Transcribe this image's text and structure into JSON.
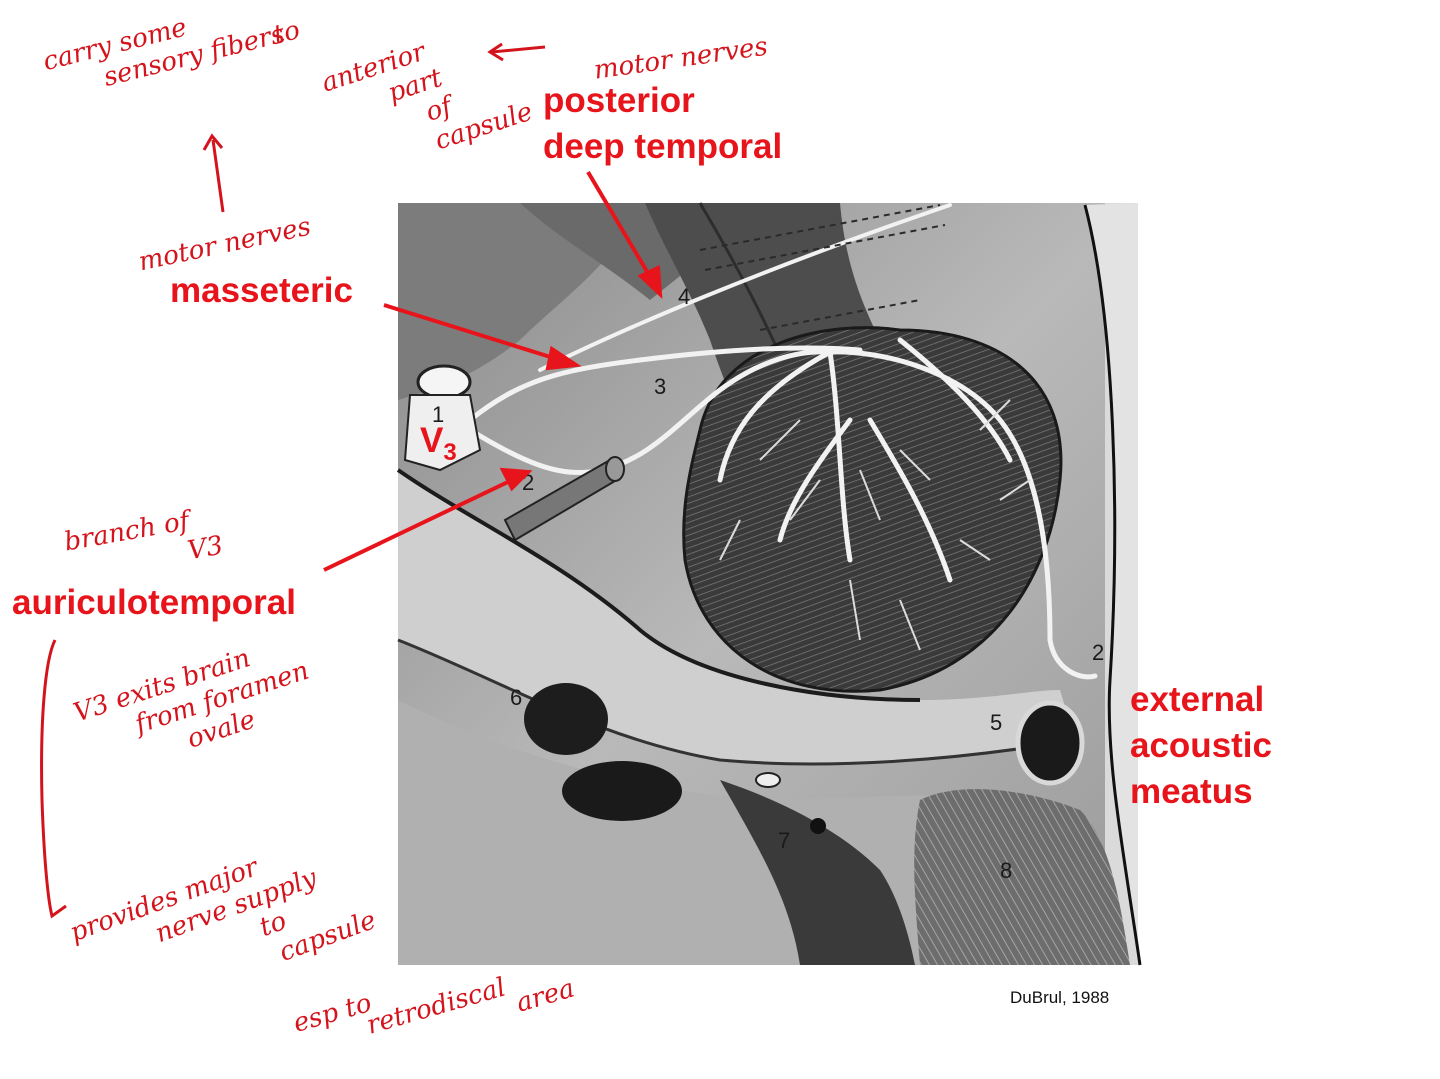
{
  "labels": {
    "posterior_deep_temporal": [
      "posterior",
      "deep temporal"
    ],
    "masseteric": "masseteric",
    "v3": {
      "letter": "V",
      "subscript": "3"
    },
    "auriculotemporal": "auriculotemporal",
    "external_acoustic_meatus": [
      "external",
      "acoustic",
      "meatus"
    ]
  },
  "handwritten": {
    "top_left": [
      "carry some",
      "sensory fibers",
      "to"
    ],
    "anterior_capsule": [
      "anterior",
      "part",
      "of",
      "capsule"
    ],
    "motor_nerves_top": "motor nerves",
    "motor_nerves_mid": "motor nerves",
    "branch_of_v3": [
      "branch of",
      "V3"
    ],
    "v3_exits": [
      "V3 exits brain",
      "from foramen",
      "ovale"
    ],
    "provides": [
      "provides major",
      "nerve supply",
      "to",
      "capsule"
    ],
    "esp": [
      "esp to",
      "retrodiscal",
      "area"
    ]
  },
  "figure_numbers": [
    "1",
    "2",
    "3",
    "4",
    "2",
    "6",
    "5",
    "7",
    "8"
  ],
  "credit": "DuBrul, 1988",
  "colors": {
    "annotation": "#e8141b",
    "ink": "#d4141c"
  }
}
